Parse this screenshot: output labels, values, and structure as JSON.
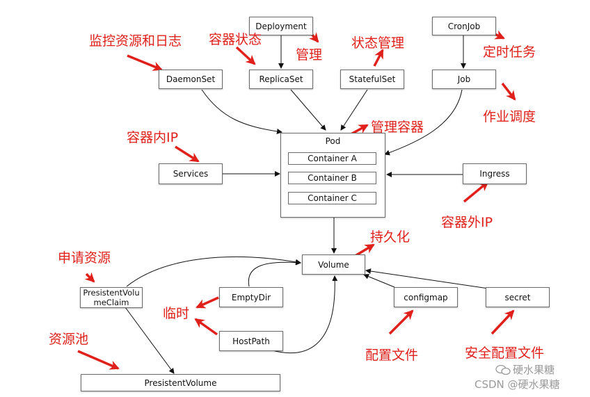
{
  "nodes": {
    "deployment": "Deployment",
    "cronjob": "CronJob",
    "daemonset": "DaemonSet",
    "replicaset": "ReplicaSet",
    "statefulset": "StatefulSet",
    "job": "Job",
    "services": "Services",
    "ingress": "Ingress",
    "volume": "Volume",
    "pvc": "PresistentVolumeClaim",
    "emptydir": "EmptyDir",
    "hostpath": "HostPath",
    "configmap": "configmap",
    "secret": "secret",
    "pv": "PresistentVolume"
  },
  "pod": {
    "title": "Pod",
    "containers": [
      "Container A",
      "Container B",
      "Container C"
    ]
  },
  "annotations": {
    "daemonset": "监控资源和日志",
    "replicaset": "容器状态",
    "deployment": "管理",
    "statefulset": "状态管理",
    "cronjob": "定时任务",
    "job": "作业调度",
    "pod": "管理容器",
    "services": "容器内IP",
    "ingress": "容器外IP",
    "volume": "持久化",
    "pvc": "申请资源",
    "temp": "临时",
    "pv": "资源池",
    "configmap": "配置文件",
    "secret": "安全配置文件"
  },
  "watermark": {
    "brand": "硬水果糖",
    "csdn": "CSDN @硬水果糖"
  },
  "colors": {
    "annotation": "#e0201b",
    "edge": "#111111",
    "box_border": "#6b6b6b"
  }
}
